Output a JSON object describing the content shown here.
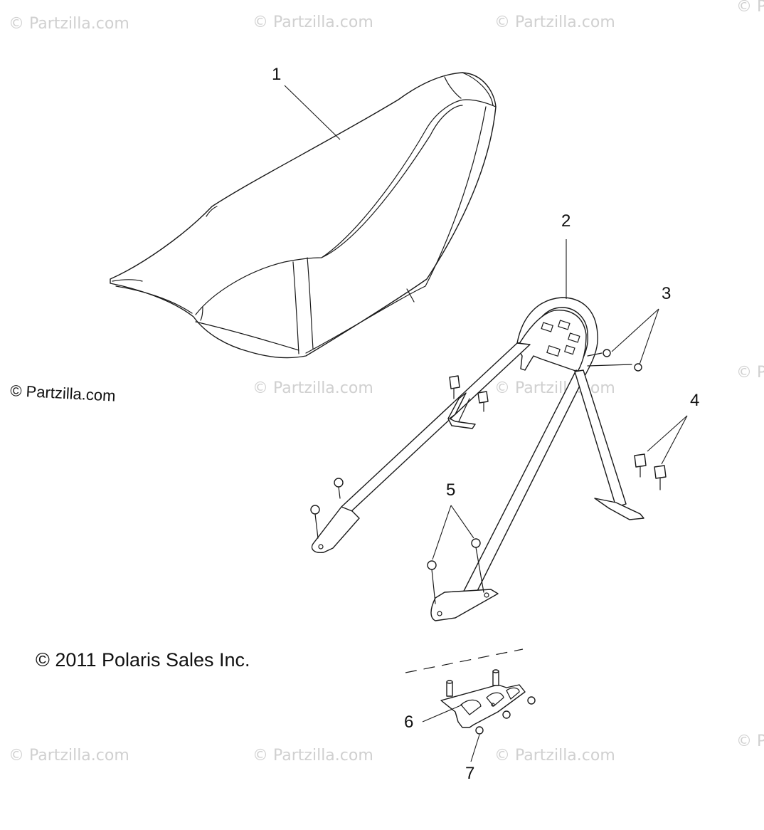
{
  "callouts": {
    "c1": "1",
    "c2": "2",
    "c3": "3",
    "c4": "4",
    "c5": "5",
    "c6": "6",
    "c7": "7"
  },
  "watermark": {
    "text": "© Partzilla.com",
    "main_text": "© Partzilla.com"
  },
  "copyright": {
    "text": "© 2011 Polaris Sales Inc."
  }
}
